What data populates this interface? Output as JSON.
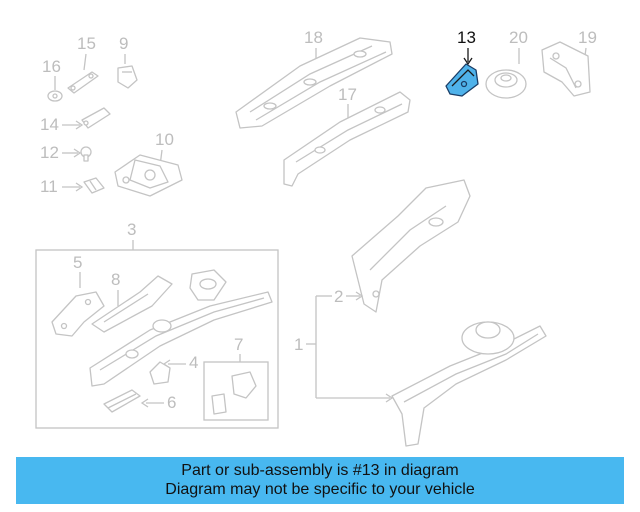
{
  "callouts": {
    "c1": "1",
    "c2": "2",
    "c3": "3",
    "c4": "4",
    "c5": "5",
    "c6": "6",
    "c7": "7",
    "c8": "8",
    "c9": "9",
    "c10": "10",
    "c11": "11",
    "c12": "12",
    "c13": "13",
    "c14": "14",
    "c15": "15",
    "c16": "16",
    "c17": "17",
    "c18": "18",
    "c19": "19",
    "c20": "20"
  },
  "highlighted_part": "13",
  "colors": {
    "highlight_fill": "#4fb2ea",
    "banner": "#48b8f0",
    "parts": "#c4c4c4"
  },
  "banner": {
    "line1": "Part or sub-assembly is #13 in diagram",
    "line2": "Diagram may not be specific to your vehicle"
  }
}
